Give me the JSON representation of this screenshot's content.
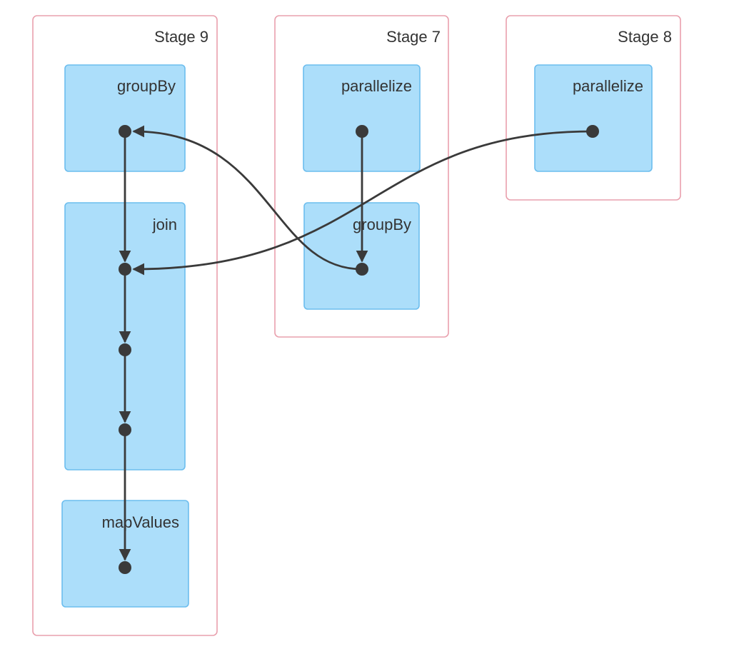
{
  "stages": {
    "stage9": {
      "label": "Stage 9"
    },
    "stage7": {
      "label": "Stage 7"
    },
    "stage8": {
      "label": "Stage 8"
    }
  },
  "operations": {
    "s9_groupBy": {
      "label": "groupBy"
    },
    "s9_join": {
      "label": "join"
    },
    "s9_mapValues": {
      "label": "mapValues"
    },
    "s7_parallelize": {
      "label": "parallelize"
    },
    "s7_groupBy": {
      "label": "groupBy"
    },
    "s8_parallelize": {
      "label": "parallelize"
    }
  },
  "colors": {
    "stage_border": "#e9a0ad",
    "operation_fill": "#acdefa",
    "operation_border": "#6cbdee",
    "edge": "#3a3a3a"
  }
}
